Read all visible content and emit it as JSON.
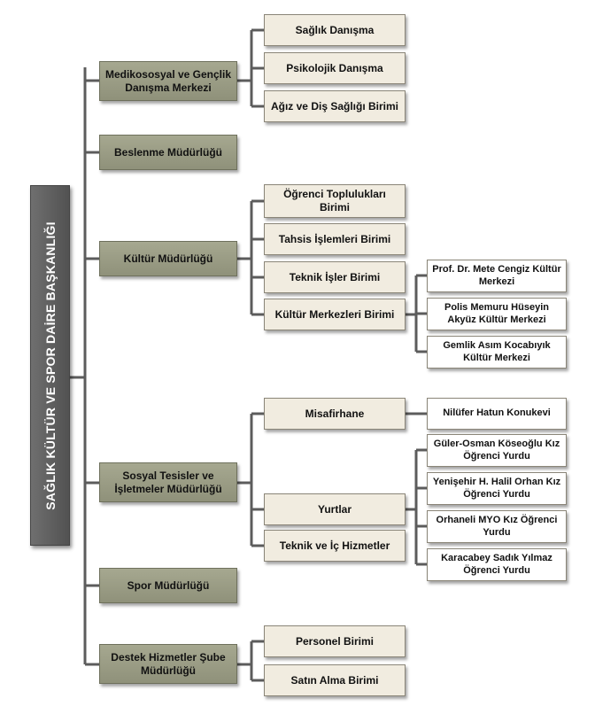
{
  "root": "SAĞLIK KÜLTÜR VE SPOR DAİRE BAŞKANLIĞI",
  "departments": [
    {
      "label": "Medikososyal ve Gençlik Danışma Merkezi",
      "units": [
        {
          "label": "Sağlık Danışma"
        },
        {
          "label": "Psikolojik Danışma"
        },
        {
          "label": "Ağız ve Diş Sağlığı Birimi"
        }
      ]
    },
    {
      "label": "Beslenme Müdürlüğü",
      "units": []
    },
    {
      "label": "Kültür Müdürlüğü",
      "units": [
        {
          "label": "Öğrenci Toplulukları Birimi"
        },
        {
          "label": "Tahsis İşlemleri Birimi"
        },
        {
          "label": "Teknik İşler Birimi"
        },
        {
          "label": "Kültür Merkezleri Birimi",
          "subunits": [
            {
              "label": "Prof. Dr. Mete Cengiz Kültür Merkezi"
            },
            {
              "label": "Polis Memuru Hüseyin Akyüz Kültür Merkezi"
            },
            {
              "label": "Gemlik Asım Kocabıyık Kültür Merkezi"
            }
          ]
        }
      ]
    },
    {
      "label": "Sosyal Tesisler ve İşletmeler Müdürlüğü",
      "units": [
        {
          "label": "Misafirhane",
          "subunits": [
            {
              "label": "Nilüfer Hatun Konukevi"
            }
          ]
        },
        {
          "label": "Yurtlar",
          "subunits": [
            {
              "label": "Güler-Osman Köseoğlu Kız Öğrenci Yurdu"
            },
            {
              "label": "Yenişehir H. Halil Orhan Kız Öğrenci Yurdu"
            },
            {
              "label": "Orhaneli MYO Kız Öğrenci Yurdu"
            },
            {
              "label": "Karacabey Sadık Yılmaz Öğrenci Yurdu"
            }
          ]
        },
        {
          "label": "Teknik ve İç Hizmetler"
        }
      ]
    },
    {
      "label": "Spor Müdürlüğü",
      "units": []
    },
    {
      "label": "Destek Hizmetler Şube Müdürlüğü",
      "units": [
        {
          "label": "Personel Birimi"
        },
        {
          "label": "Satın Alma Birimi"
        }
      ]
    }
  ]
}
